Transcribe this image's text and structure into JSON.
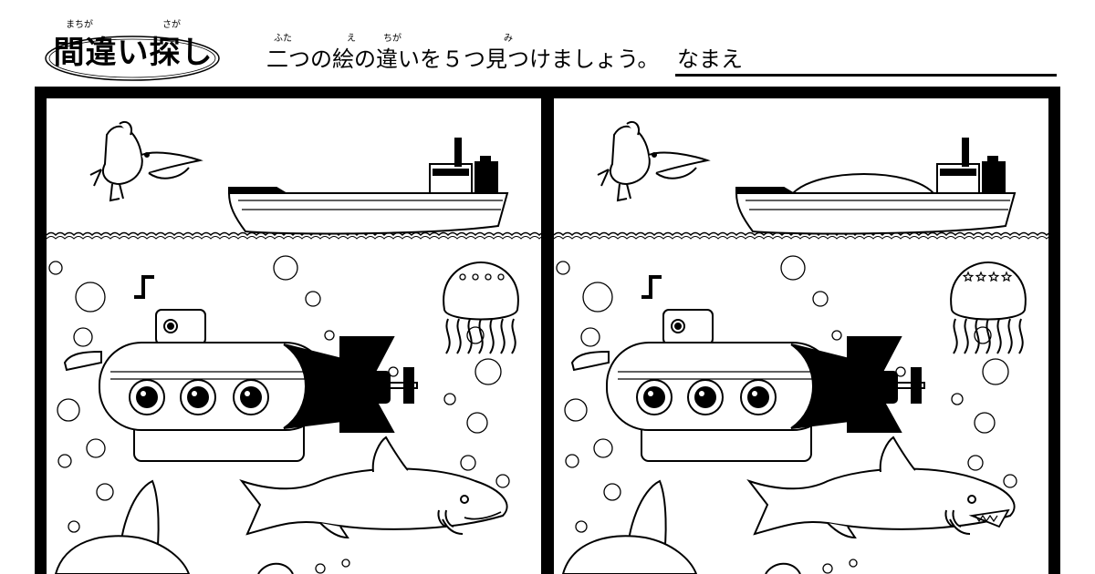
{
  "header": {
    "title": "間違い探し",
    "title_ruby_1": "まちが",
    "title_ruby_2": "さが",
    "instruction": "二つの絵の違いを５つ見つけましょう。",
    "instruction_ruby_futa": "ふた",
    "instruction_ruby_e": "え",
    "instruction_ruby_chiga": "ちが",
    "instruction_ruby_mi": "み",
    "name_label": "なまえ"
  },
  "panels": [
    {
      "side": "left",
      "ship_cargo": false,
      "jellyfish_pattern": "circles",
      "shark_mouth": "closed"
    },
    {
      "side": "right",
      "ship_cargo": true,
      "jellyfish_pattern": "stars",
      "shark_mouth": "open"
    }
  ],
  "colors": {
    "ink": "#000000",
    "paper": "#ffffff"
  }
}
